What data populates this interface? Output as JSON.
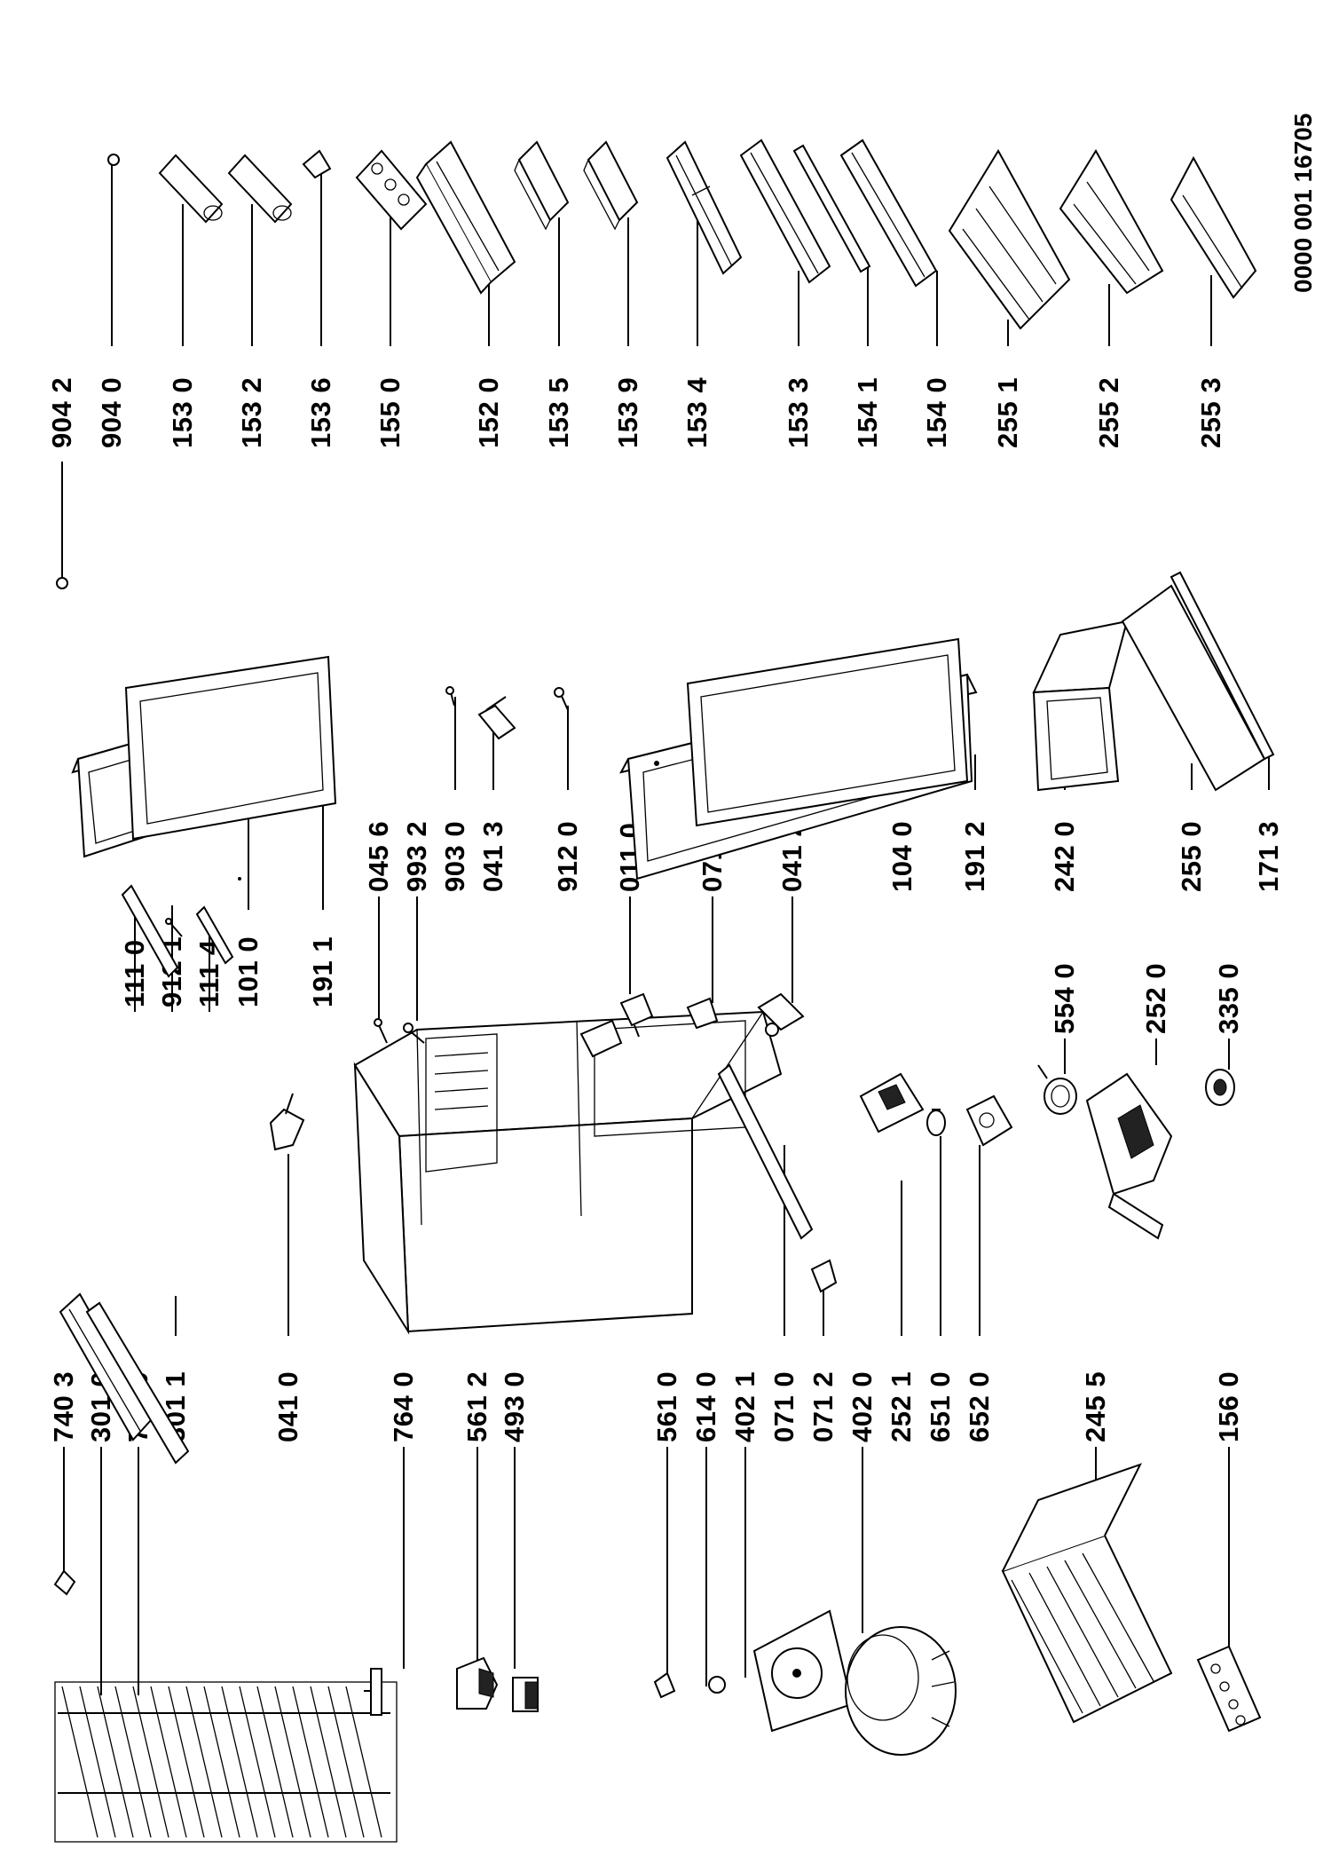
{
  "document_id": "0000 001 16705",
  "columns": [
    {
      "id": "col1",
      "labels": [
        "740 3",
        "301 0",
        "740 0",
        "301 1",
        "041 0",
        "764 0",
        "561 2",
        "493 0",
        "561 0",
        "614 0",
        "402 1",
        "071 0",
        "071 2",
        "402 0",
        "252 1",
        "651 0",
        "652 0",
        "245 5",
        "156 0"
      ]
    },
    {
      "id": "col2",
      "labels": [
        "111 0",
        "912 1",
        "111 4",
        "101 0",
        "191 1",
        "045 6",
        "993 2",
        "903 0",
        "041 3",
        "912 0",
        "011 0",
        "071 1",
        "041 2",
        "104 0",
        "191 2",
        "554 0",
        "252 0",
        "335 0",
        "242 0",
        "255 0",
        "171 3"
      ]
    },
    {
      "id": "col3",
      "labels": [
        "904 2",
        "904 0",
        "153 0",
        "153 2",
        "153 6",
        "155 0",
        "152 0",
        "153 5",
        "153 9",
        "153 4",
        "153 3",
        "154 1",
        "154 0",
        "255 1",
        "255 2",
        "255 3"
      ]
    }
  ]
}
